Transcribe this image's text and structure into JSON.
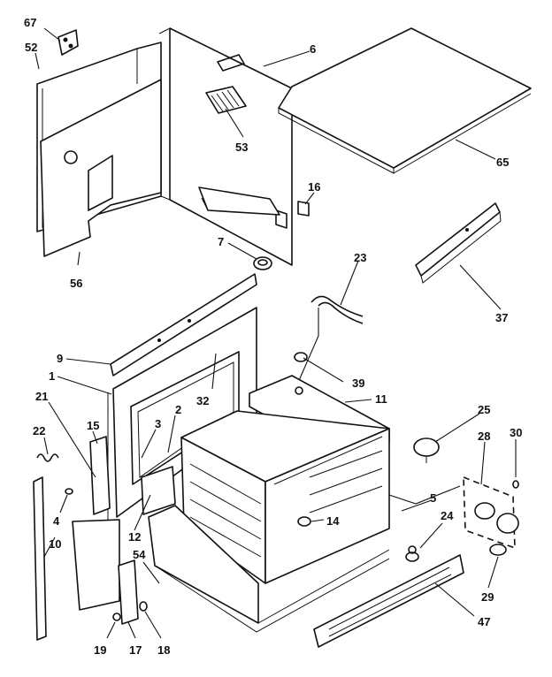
{
  "callouts": [
    {
      "id": "67",
      "label": "67"
    },
    {
      "id": "52",
      "label": "52"
    },
    {
      "id": "6",
      "label": "6"
    },
    {
      "id": "53",
      "label": "53"
    },
    {
      "id": "65",
      "label": "65"
    },
    {
      "id": "16",
      "label": "16"
    },
    {
      "id": "7",
      "label": "7"
    },
    {
      "id": "56",
      "label": "56"
    },
    {
      "id": "23",
      "label": "23"
    },
    {
      "id": "37",
      "label": "37"
    },
    {
      "id": "9",
      "label": "9"
    },
    {
      "id": "1",
      "label": "1"
    },
    {
      "id": "39",
      "label": "39"
    },
    {
      "id": "11",
      "label": "11"
    },
    {
      "id": "21",
      "label": "21"
    },
    {
      "id": "32",
      "label": "32"
    },
    {
      "id": "2",
      "label": "2"
    },
    {
      "id": "25",
      "label": "25"
    },
    {
      "id": "22",
      "label": "22"
    },
    {
      "id": "15",
      "label": "15"
    },
    {
      "id": "3",
      "label": "3"
    },
    {
      "id": "28",
      "label": "28"
    },
    {
      "id": "30",
      "label": "30"
    },
    {
      "id": "4",
      "label": "4"
    },
    {
      "id": "5",
      "label": "5"
    },
    {
      "id": "14",
      "label": "14"
    },
    {
      "id": "24",
      "label": "24"
    },
    {
      "id": "12",
      "label": "12"
    },
    {
      "id": "10",
      "label": "10"
    },
    {
      "id": "54",
      "label": "54"
    },
    {
      "id": "29",
      "label": "29"
    },
    {
      "id": "47",
      "label": "47"
    },
    {
      "id": "19",
      "label": "19"
    },
    {
      "id": "17",
      "label": "17"
    },
    {
      "id": "18",
      "label": "18"
    }
  ]
}
